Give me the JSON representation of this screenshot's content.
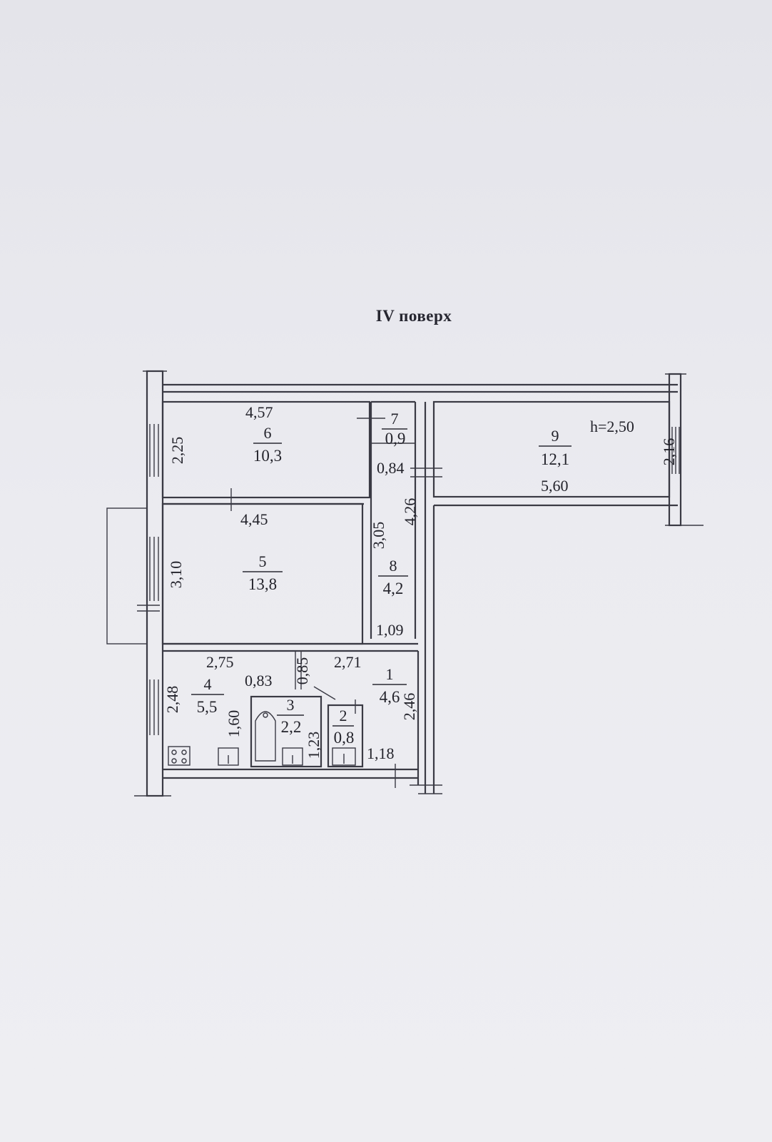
{
  "floor_label": "IV поверх",
  "ceiling_height": "h=2,50",
  "rooms": [
    {
      "number": "1",
      "area": "4,6"
    },
    {
      "number": "2",
      "area": "0,8"
    },
    {
      "number": "3",
      "area": "2,2"
    },
    {
      "number": "4",
      "area": "5,5"
    },
    {
      "number": "5",
      "area": "13,8"
    },
    {
      "number": "6",
      "area": "10,3"
    },
    {
      "number": "7",
      "area": "0,9"
    },
    {
      "number": "8",
      "area": "4,2"
    },
    {
      "number": "9",
      "area": "12,1"
    }
  ],
  "dimensions": {
    "room6_width": "4,57",
    "room6_height": "2,25",
    "room5_width": "4,45",
    "room5_height": "3,10",
    "room8_height": "3,05",
    "corridor_height": "4,26",
    "corridor_width": "0,84",
    "room8_width": "1,09",
    "room9_width": "5,60",
    "room9_height": "2,16",
    "room4_width": "2,75",
    "room4_height": "2,48",
    "room4_inner": "1,60",
    "room3_width": "0,83",
    "room3_diag": "0,85",
    "room3_height": "1,23",
    "room1_width": "2,71",
    "room1_height": "2,46",
    "room1_bottom": "1,18"
  }
}
